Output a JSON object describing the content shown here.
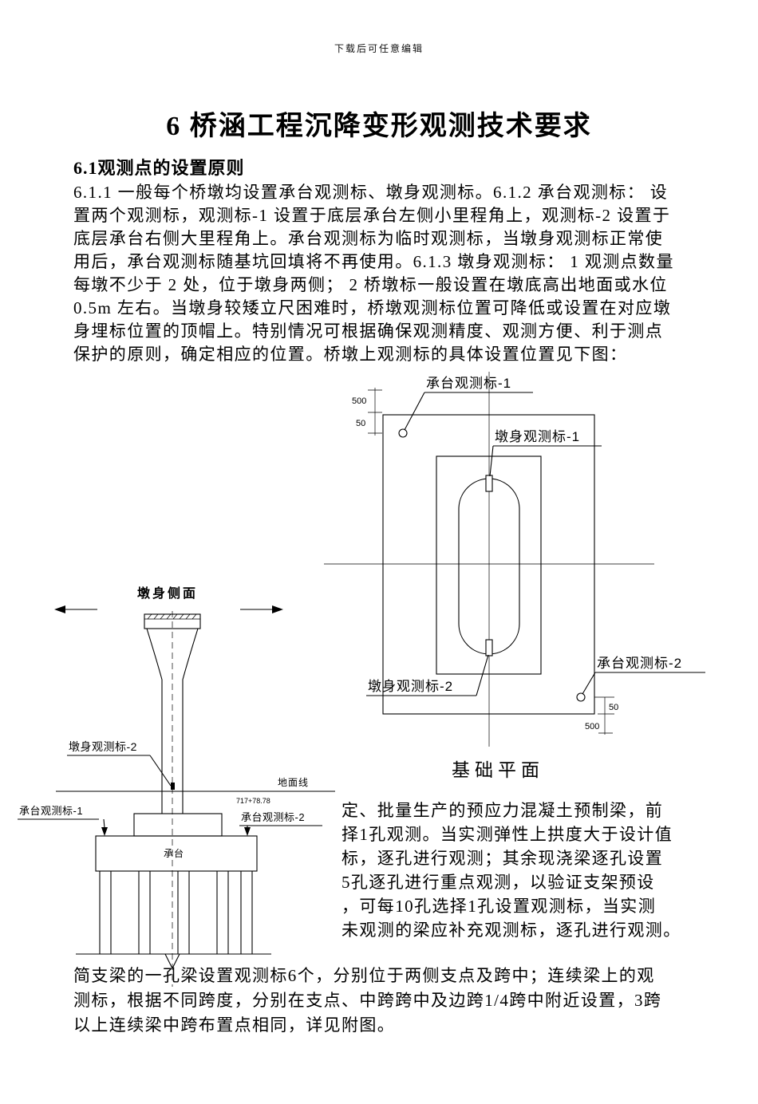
{
  "header": {
    "note": "下载后可任意编辑"
  },
  "title": "6 桥涵工程沉降变形观测技术要求",
  "section_heading": "6.1观测点的设置原则",
  "paragraph1": {
    "lines": [
      "6.1.1 一般每个桥墩均设置承台观测标、墩身观测标。6.1.2 承台观测标： 设",
      "置两个观测标，观测标-1 设置于底层承台左侧小里程角上，观测标-2 设置于",
      "底层承台右侧大里程角上。承台观测标为临时观测标，当墩身观测标正常使",
      "用后，承台观测标随基坑回填将不再使用。6.1.3 墩身观测标： 1 观测点数量",
      "每墩不少于 2 处，位于墩身两侧； 2 桥墩标一般设置在墩底高出地面或水位",
      "0.5m 左右。当墩身较矮立尺困难时，桥墩观测标位置可降低或设置在对应墩",
      "身埋标位置的顶帽上。特别情况可根据确保观测精度、观测方便、利于测点",
      "保护的原则，确定相应的位置。桥墩上观测标的具体设置位置见下图："
    ]
  },
  "plan_view": {
    "caption": "基础平面",
    "label_cap_mark_1": "承台观测标-1",
    "label_pier_mark_1": "墩身观测标-1",
    "label_pier_mark_2": "墩身观测标-2",
    "label_cap_mark_2": "承台观测标-2",
    "dim_top_500": "500",
    "dim_top_50": "50",
    "dim_bottom_50": "50",
    "dim_bottom_500": "500"
  },
  "elevation_view": {
    "title": "墩身侧面",
    "label_pier_mark_2": "墩身观测标-2",
    "label_ground_line": "地面线",
    "label_chainage": "717+78.78",
    "label_cap": "承台",
    "label_cap_mark_1": "承台观测标-1",
    "label_cap_mark_2": "承台观测标-2"
  },
  "paragraph2": {
    "lines": [
      "定、批量生产的预应力混凝土预制梁，前",
      "择1孔观测。当实测弹性上拱度大于设计值",
      "标，逐孔进行观测；其余现浇梁逐孔设置",
      "5孔逐孔进行重点观测，以验证支架预设",
      "，可每10孔选择1孔设置观测标，当实测",
      "未观测的梁应补充观测标，逐孔进行观测。"
    ]
  },
  "paragraph3": {
    "lines": [
      "简支梁的一孔梁设置观测标6个，分别位于两侧支点及跨中；连续梁上的观",
      "测标，根据不同跨度，分别在支点、中跨跨中及边跨1/4跨中附近设置，3跨",
      "以上连续梁中跨布置点相同，详见附图。"
    ]
  }
}
